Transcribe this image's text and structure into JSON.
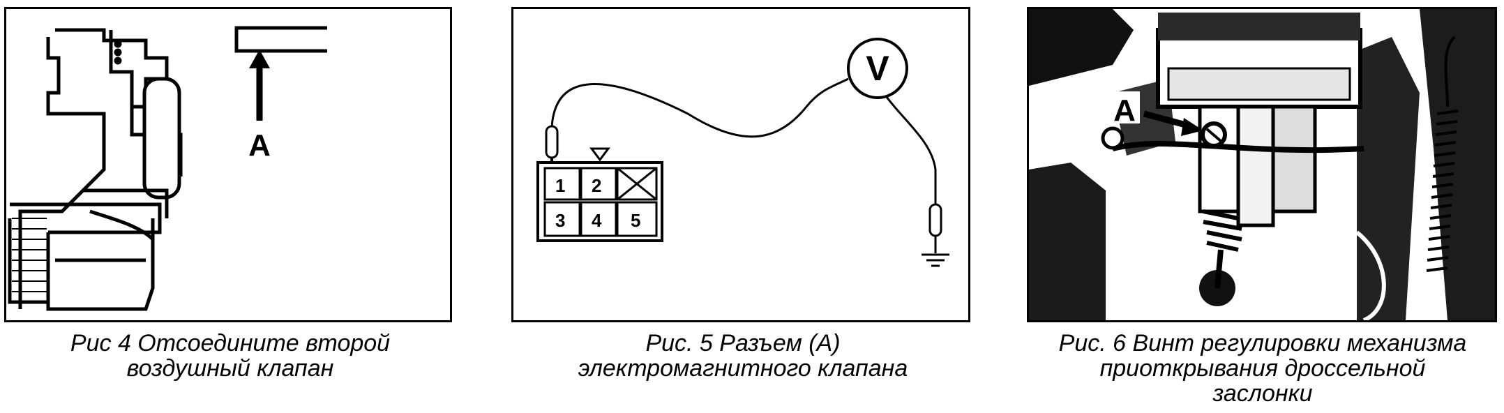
{
  "figures": [
    {
      "id": "fig4",
      "callout_label": "A",
      "caption_lines": [
        "Рис  4 Отсоедините второй",
        "воздушный клапан"
      ]
    },
    {
      "id": "fig5",
      "meter_label": "V",
      "connector_pins": [
        "1",
        "2",
        "3",
        "4",
        "5"
      ],
      "caption_lines": [
        "Рис. 5 Разъем (А)",
        "электромагнитного клапана"
      ]
    },
    {
      "id": "fig6",
      "callout_label": "A",
      "caption_lines": [
        "Рис. 6 Винт регулировки механизма",
        "приоткрывания дроссельной",
        "заслонки"
      ]
    }
  ]
}
